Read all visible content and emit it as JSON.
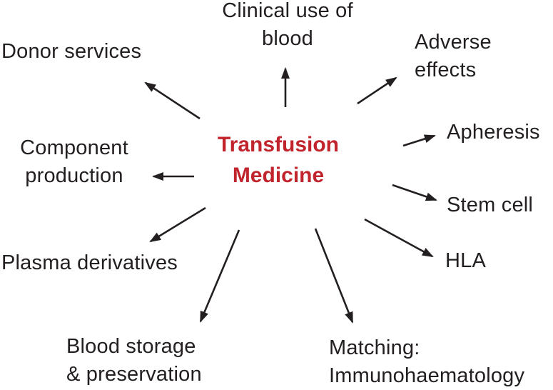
{
  "colors": {
    "center_text": "#c2242e",
    "label_text": "#231f20",
    "background": "#ffffff",
    "arrow": "#231f20"
  },
  "diagram": {
    "center": {
      "line1": "Transfusion",
      "line2": "Medicine"
    },
    "nodes": {
      "clinical": {
        "line1": "Clinical use of",
        "line2": "blood"
      },
      "donor": {
        "line1": "Donor services"
      },
      "adverse": {
        "line1": "Adverse",
        "line2": "effects"
      },
      "apheresis": {
        "line1": "Apheresis"
      },
      "component": {
        "line1": "Component",
        "line2": "production"
      },
      "stem": {
        "line1": "Stem cell"
      },
      "hla": {
        "line1": "HLA"
      },
      "plasma": {
        "line1": "Plasma derivatives"
      },
      "storage": {
        "line1": "Blood storage",
        "line2": "& preservation"
      },
      "matching": {
        "line1": "Matching:",
        "line2": "Immunohaematology"
      }
    }
  }
}
